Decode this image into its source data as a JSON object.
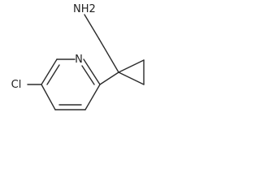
{
  "molecule": {
    "atoms": {
      "amine": "NH2",
      "ring_nitrogen": "N",
      "chlorine": "Cl"
    }
  },
  "colors": {
    "bond": "#2b2b2b",
    "label": "#222222",
    "background": "#ffffff"
  }
}
